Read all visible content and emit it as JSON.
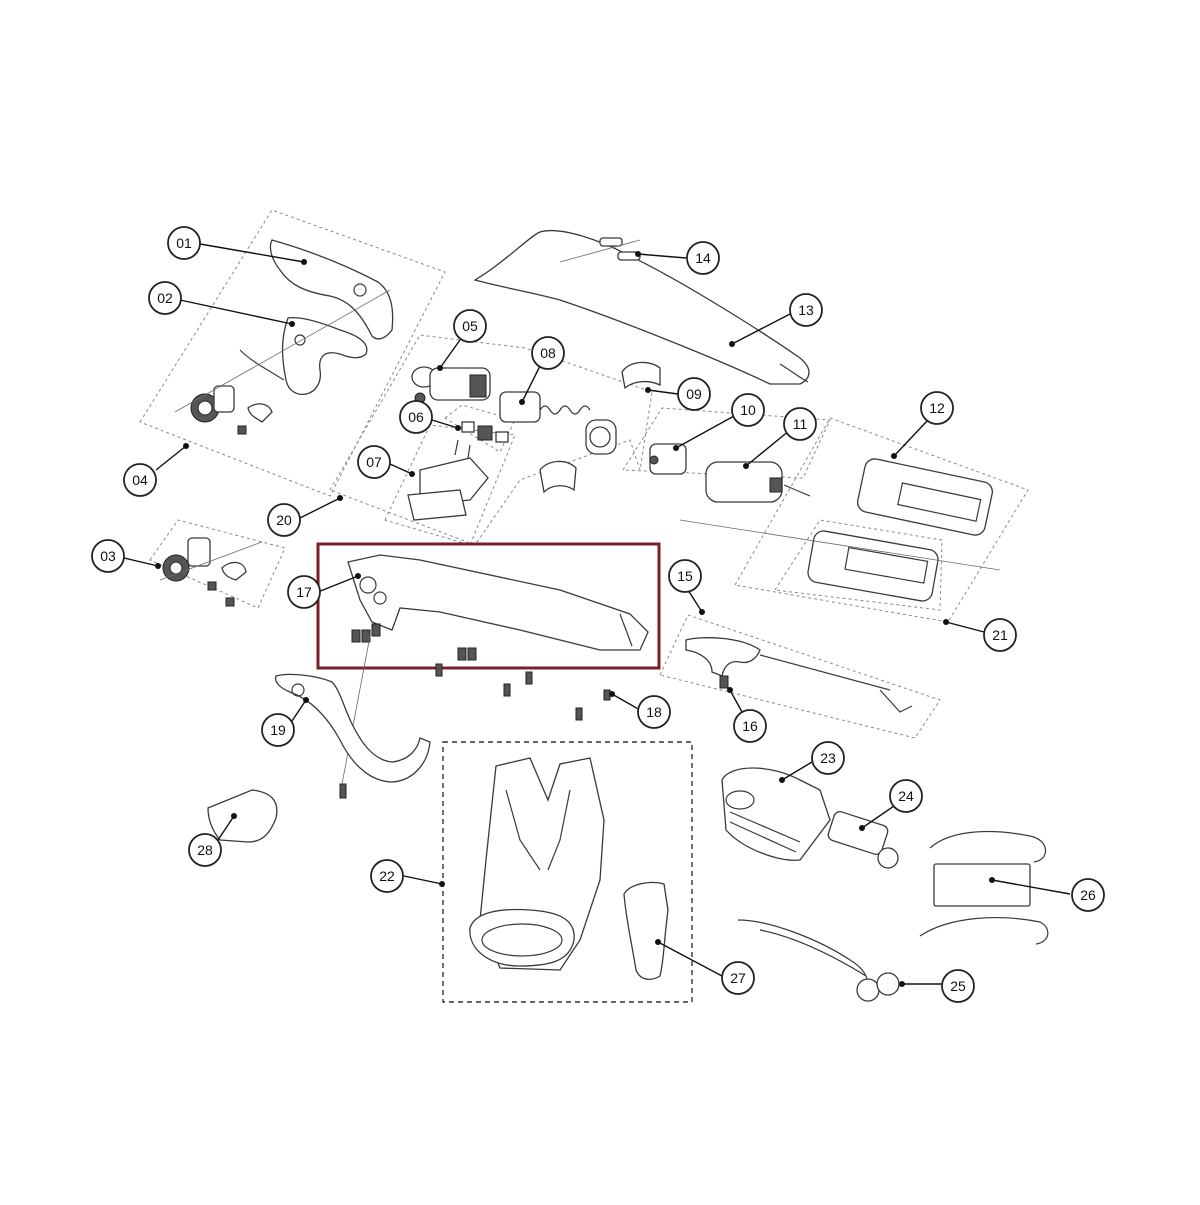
{
  "colors": {
    "highlight": "#7a1f2b",
    "stroke": "#3a3a3a",
    "callout_stroke": "#222222"
  },
  "callouts": [
    {
      "id": "01",
      "label": "01"
    },
    {
      "id": "02",
      "label": "02"
    },
    {
      "id": "03",
      "label": "03"
    },
    {
      "id": "04",
      "label": "04"
    },
    {
      "id": "05",
      "label": "05"
    },
    {
      "id": "06",
      "label": "06"
    },
    {
      "id": "07",
      "label": "07"
    },
    {
      "id": "08",
      "label": "08"
    },
    {
      "id": "09",
      "label": "09"
    },
    {
      "id": "10",
      "label": "10"
    },
    {
      "id": "11",
      "label": "11"
    },
    {
      "id": "12",
      "label": "12"
    },
    {
      "id": "13",
      "label": "13"
    },
    {
      "id": "14",
      "label": "14"
    },
    {
      "id": "15",
      "label": "15"
    },
    {
      "id": "16",
      "label": "16"
    },
    {
      "id": "17",
      "label": "17"
    },
    {
      "id": "18",
      "label": "18"
    },
    {
      "id": "19",
      "label": "19"
    },
    {
      "id": "20",
      "label": "20"
    },
    {
      "id": "21",
      "label": "21"
    },
    {
      "id": "22",
      "label": "22"
    },
    {
      "id": "23",
      "label": "23"
    },
    {
      "id": "24",
      "label": "24"
    },
    {
      "id": "25",
      "label": "25"
    },
    {
      "id": "26",
      "label": "26"
    },
    {
      "id": "27",
      "label": "27"
    },
    {
      "id": "28",
      "label": "28"
    }
  ],
  "highlighted_part": "17"
}
